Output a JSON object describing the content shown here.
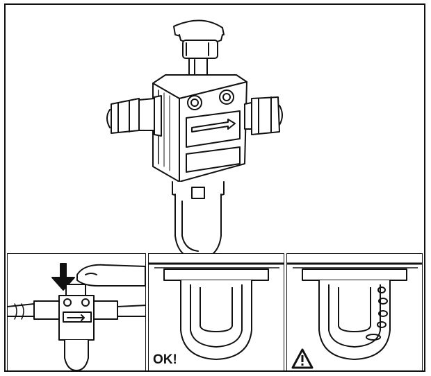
{
  "figure": {
    "panels": [
      {
        "id": "main",
        "icon": "valve-assembly-illustration"
      },
      {
        "id": "press-step",
        "icon": "finger-press-down-arrow"
      },
      {
        "id": "ok-state",
        "icon": "clear-sight-glass",
        "label": "OK!"
      },
      {
        "id": "warning-state",
        "icon": "warning-triangle-icon",
        "symbol": "⚠"
      }
    ]
  },
  "colors": {
    "line": "#111111",
    "background": "#ffffff"
  }
}
